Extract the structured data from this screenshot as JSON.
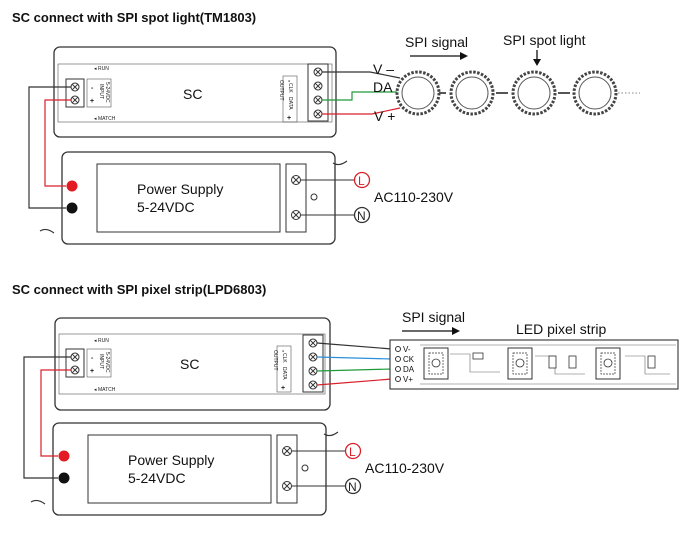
{
  "sections": [
    {
      "title": "SC connect with SPI spot light(TM1803)",
      "controller": {
        "label": "SC",
        "run": "RUN",
        "match": "MATCH",
        "input": "INPUT",
        "input_voltage": "5-24VDC",
        "output": "OUTPUT",
        "data": "DATA",
        "clk": "CLK",
        "plus": "+",
        "minus": "-"
      },
      "psu": {
        "line1": "Power Supply",
        "line2": "5-24VDC"
      },
      "mains": {
        "L": "L",
        "N": "N",
        "voltage": "AC110-230V"
      },
      "wires": {
        "v_minus": "V –",
        "da": "DA",
        "v_plus": "V +"
      },
      "signal_label": "SPI signal",
      "device_label": "SPI spot light"
    },
    {
      "title": "SC connect with SPI pixel strip(LPD6803)",
      "controller": {
        "label": "SC",
        "run": "RUN",
        "match": "MATCH",
        "input": "INPUT",
        "input_voltage": "5-24VDC",
        "output": "OUTPUT",
        "data": "DATA",
        "clk": "CLK",
        "plus": "+",
        "minus": "-"
      },
      "psu": {
        "line1": "Power Supply",
        "line2": "5-24VDC"
      },
      "mains": {
        "L": "L",
        "N": "N",
        "voltage": "AC110-230V"
      },
      "wires": {
        "v_minus": "V-",
        "ck": "CK",
        "da": "DA",
        "v_plus": "V+"
      },
      "signal_label": "SPI signal",
      "device_label": "LED pixel strip"
    }
  ],
  "colors": {
    "line": "#333333",
    "red_wire": "#d8202a",
    "green_wire": "#1e9a3a",
    "blue_wire": "#2a8fd8",
    "red_terminal": "#e31b23",
    "black_terminal": "#111111"
  }
}
